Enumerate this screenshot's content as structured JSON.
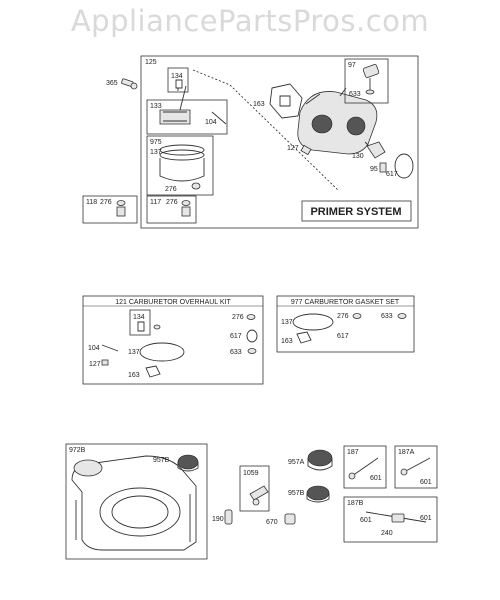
{
  "watermark": "AppliancePartsPros.com",
  "primer": {
    "box_label": "125",
    "title": "PRIMER SYSTEM",
    "parts": {
      "p365": "365",
      "p134": "134",
      "p133": "133",
      "p104": "104",
      "p975": "975",
      "p137": "137",
      "p276a": "276",
      "p118": "118",
      "p276b": "276",
      "p117": "117",
      "p276c": "276",
      "p163": "163",
      "p97": "97",
      "p633": "633",
      "p127": "127",
      "p130": "130",
      "p95": "95",
      "p617": "617"
    }
  },
  "overhaul": {
    "title": "121 CARBURETOR OVERHAUL KIT",
    "parts": {
      "p134": "134",
      "p276": "276",
      "p617": "617",
      "p633": "633",
      "p104": "104",
      "p137": "137",
      "p127": "127",
      "p163": "163"
    }
  },
  "gasket": {
    "title": "977 CARBURETOR GASKET SET",
    "parts": {
      "p137": "137",
      "p276": "276",
      "p633": "633",
      "p163": "163",
      "p617": "617"
    }
  },
  "fuel": {
    "box_label": "972B",
    "parts": {
      "p957b_a": "957B",
      "p1059": "1059",
      "p957a": "957A",
      "p957b_b": "957B",
      "p190": "190",
      "p670": "670"
    }
  },
  "linkage": {
    "parts": {
      "p187": "187",
      "p187a": "187A",
      "p601a": "601",
      "p601b": "601",
      "p187b": "187B",
      "p601c": "601",
      "p601d": "601",
      "p240": "240"
    }
  }
}
